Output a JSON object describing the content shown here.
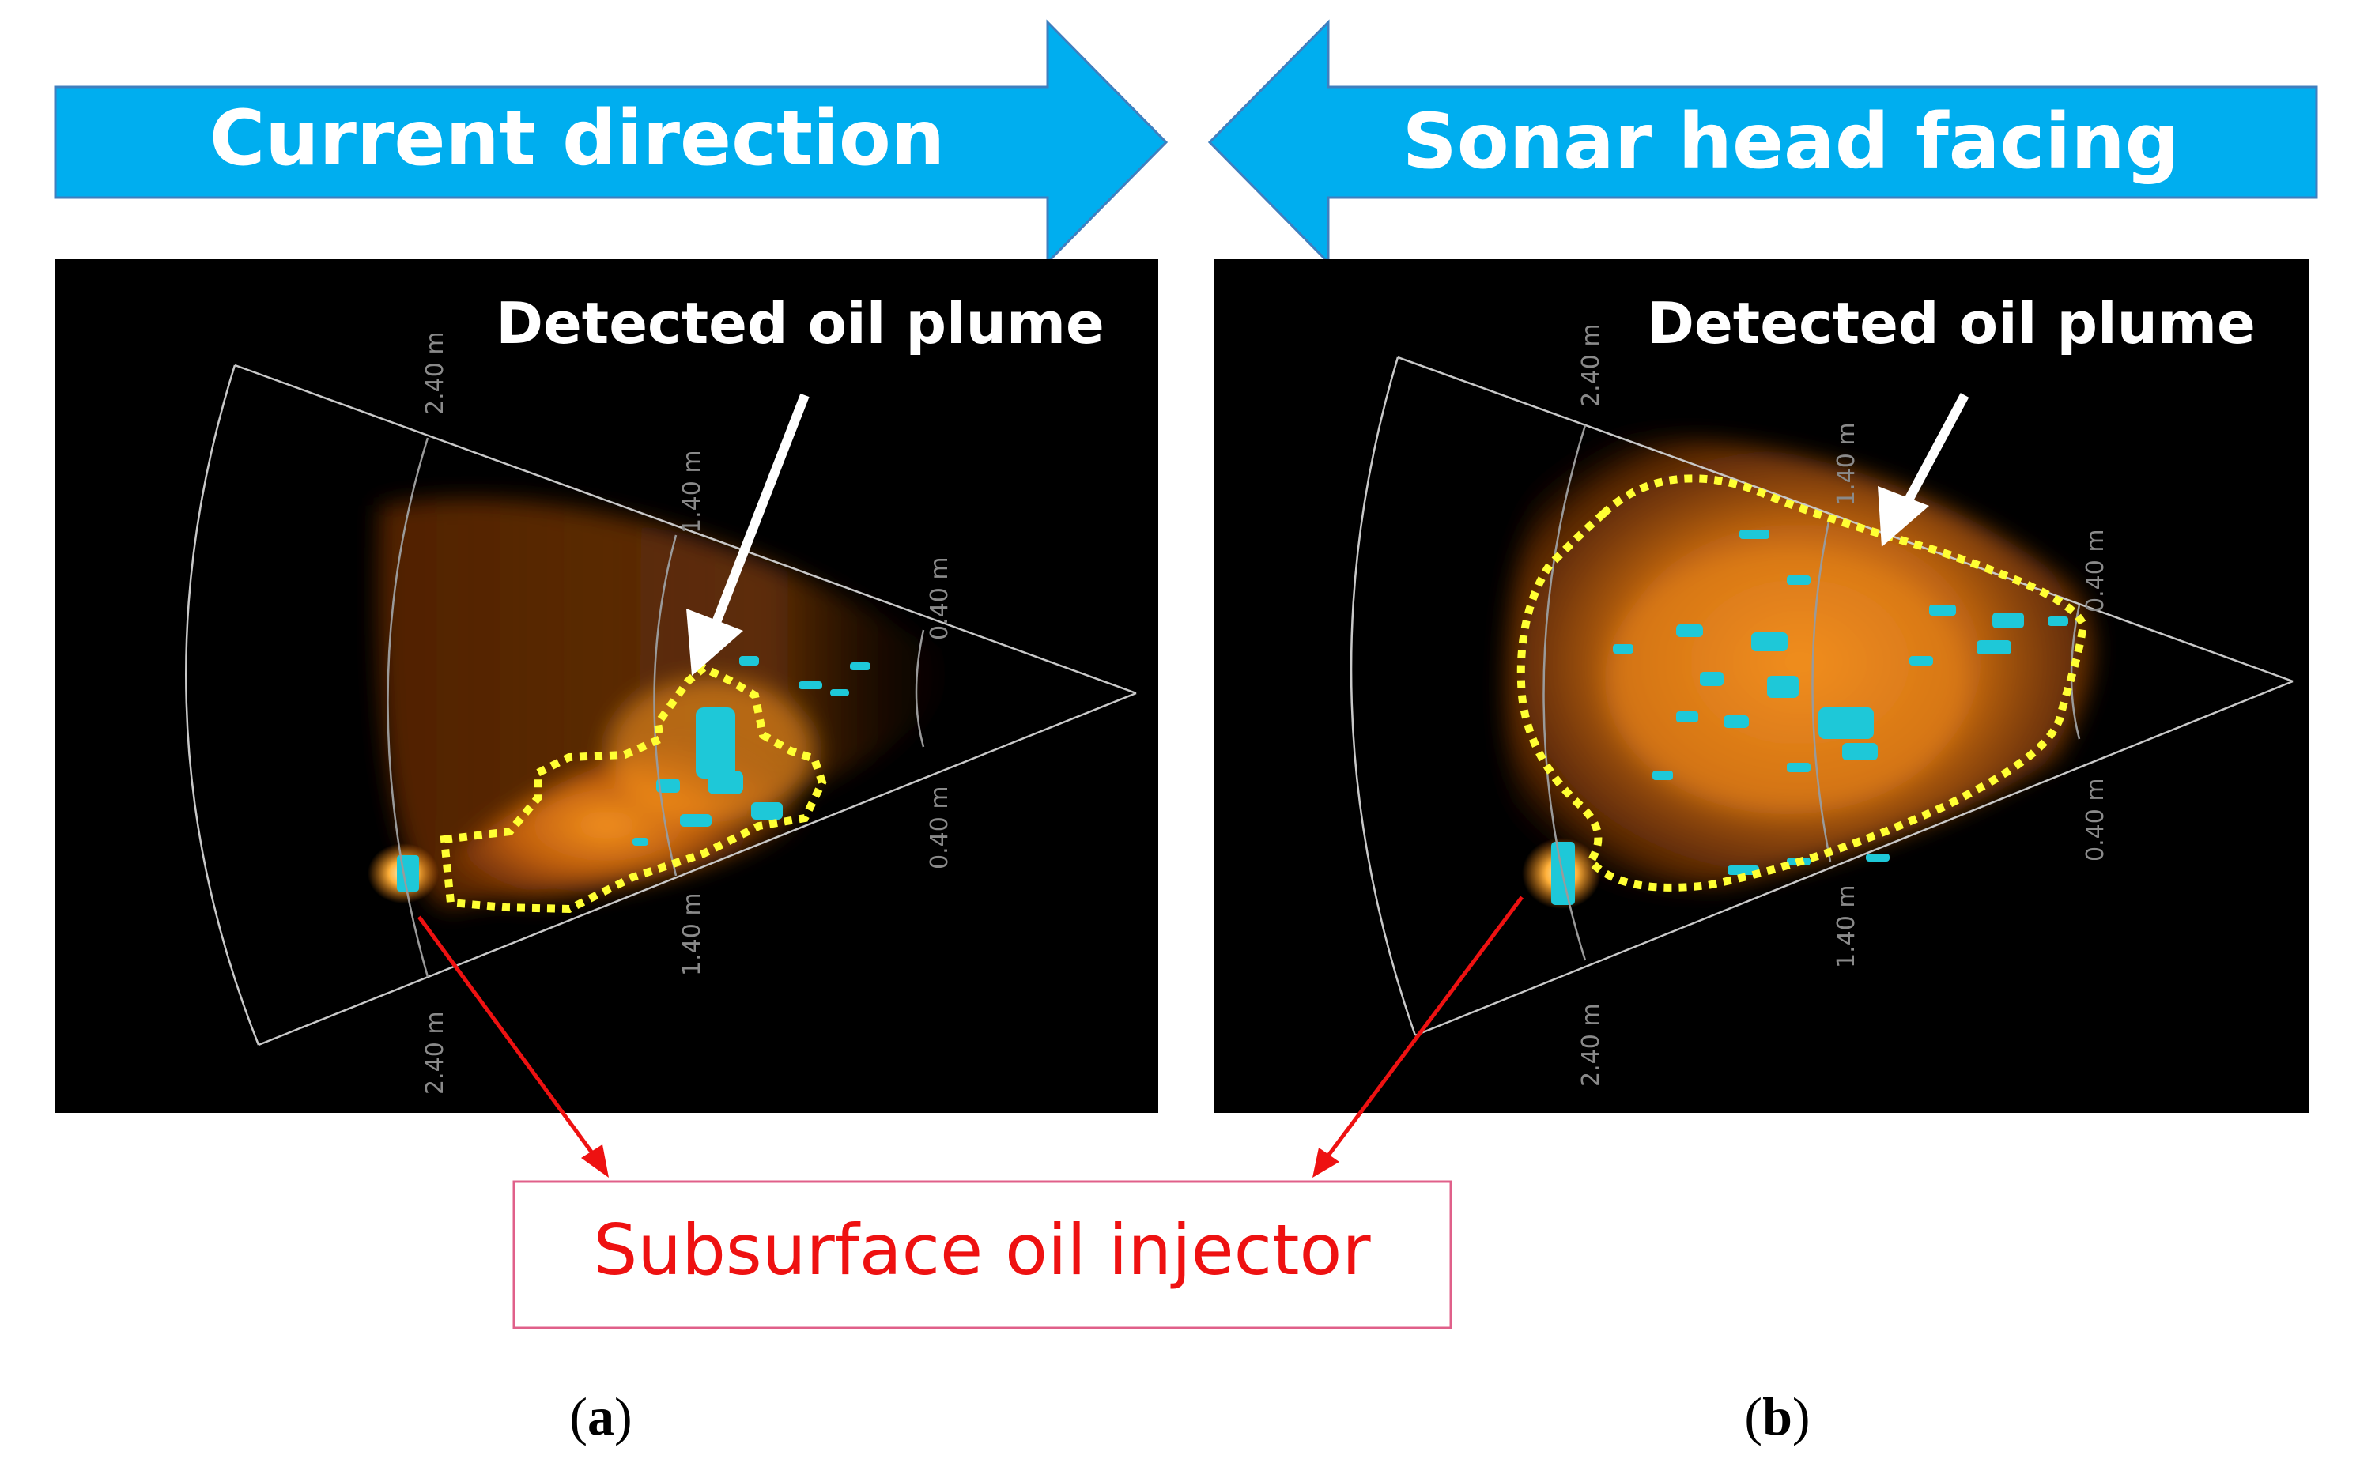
{
  "arrows": {
    "left_label": "Current direction",
    "right_label": "Sonar head facing"
  },
  "panels": [
    {
      "id": "a",
      "title": "Detected oil plume",
      "caption_letter": "a",
      "range_labels": [
        "2.40 m",
        "1.40 m",
        "0.40 m",
        "0.40 m",
        "1.40 m",
        "2.40 m"
      ]
    },
    {
      "id": "b",
      "title": "Detected oil plume",
      "caption_letter": "b",
      "range_labels": [
        "2.40 m",
        "1.40 m",
        "0.40 m",
        "0.40 m",
        "1.40 m",
        "2.40 m"
      ]
    }
  ],
  "injector_label": "Subsurface oil injector",
  "colors": {
    "arrow_fill": "#00aeef",
    "arrow_stroke": "#3f7fbf",
    "sonar_background": "#000000",
    "plume_orange": "#ff9a1f",
    "highlight_cyan": "#1ec8d8",
    "outline_yellow": "#ffff33",
    "pointer_red": "#ee1111",
    "label_box_border": "#e0608a"
  },
  "icons": [
    "arrow-right-icon",
    "arrow-left-icon",
    "pointer-arrow-icon"
  ]
}
